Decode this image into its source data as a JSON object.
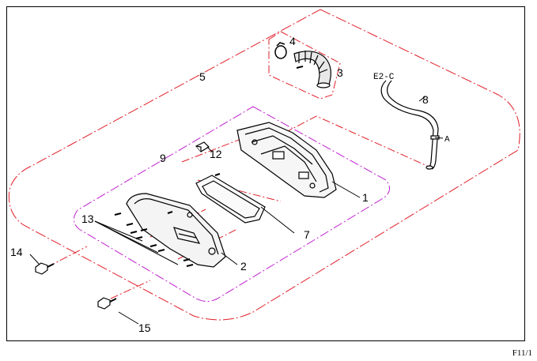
{
  "diagram": {
    "page_code": "F11/1",
    "hose_label": "E2-C",
    "arrow_label": "A",
    "callouts": {
      "c1": "1",
      "c2": "2",
      "c3": "3",
      "c4": "4",
      "c5": "5",
      "c7": "7",
      "c8": "8",
      "c9": "9",
      "c12": "12",
      "c13": "13",
      "c14": "14",
      "c15": "15"
    },
    "colors": {
      "assembly_outline": "#e0202a",
      "subassembly_outline": "#c020d0",
      "line_art": "#000000"
    }
  }
}
